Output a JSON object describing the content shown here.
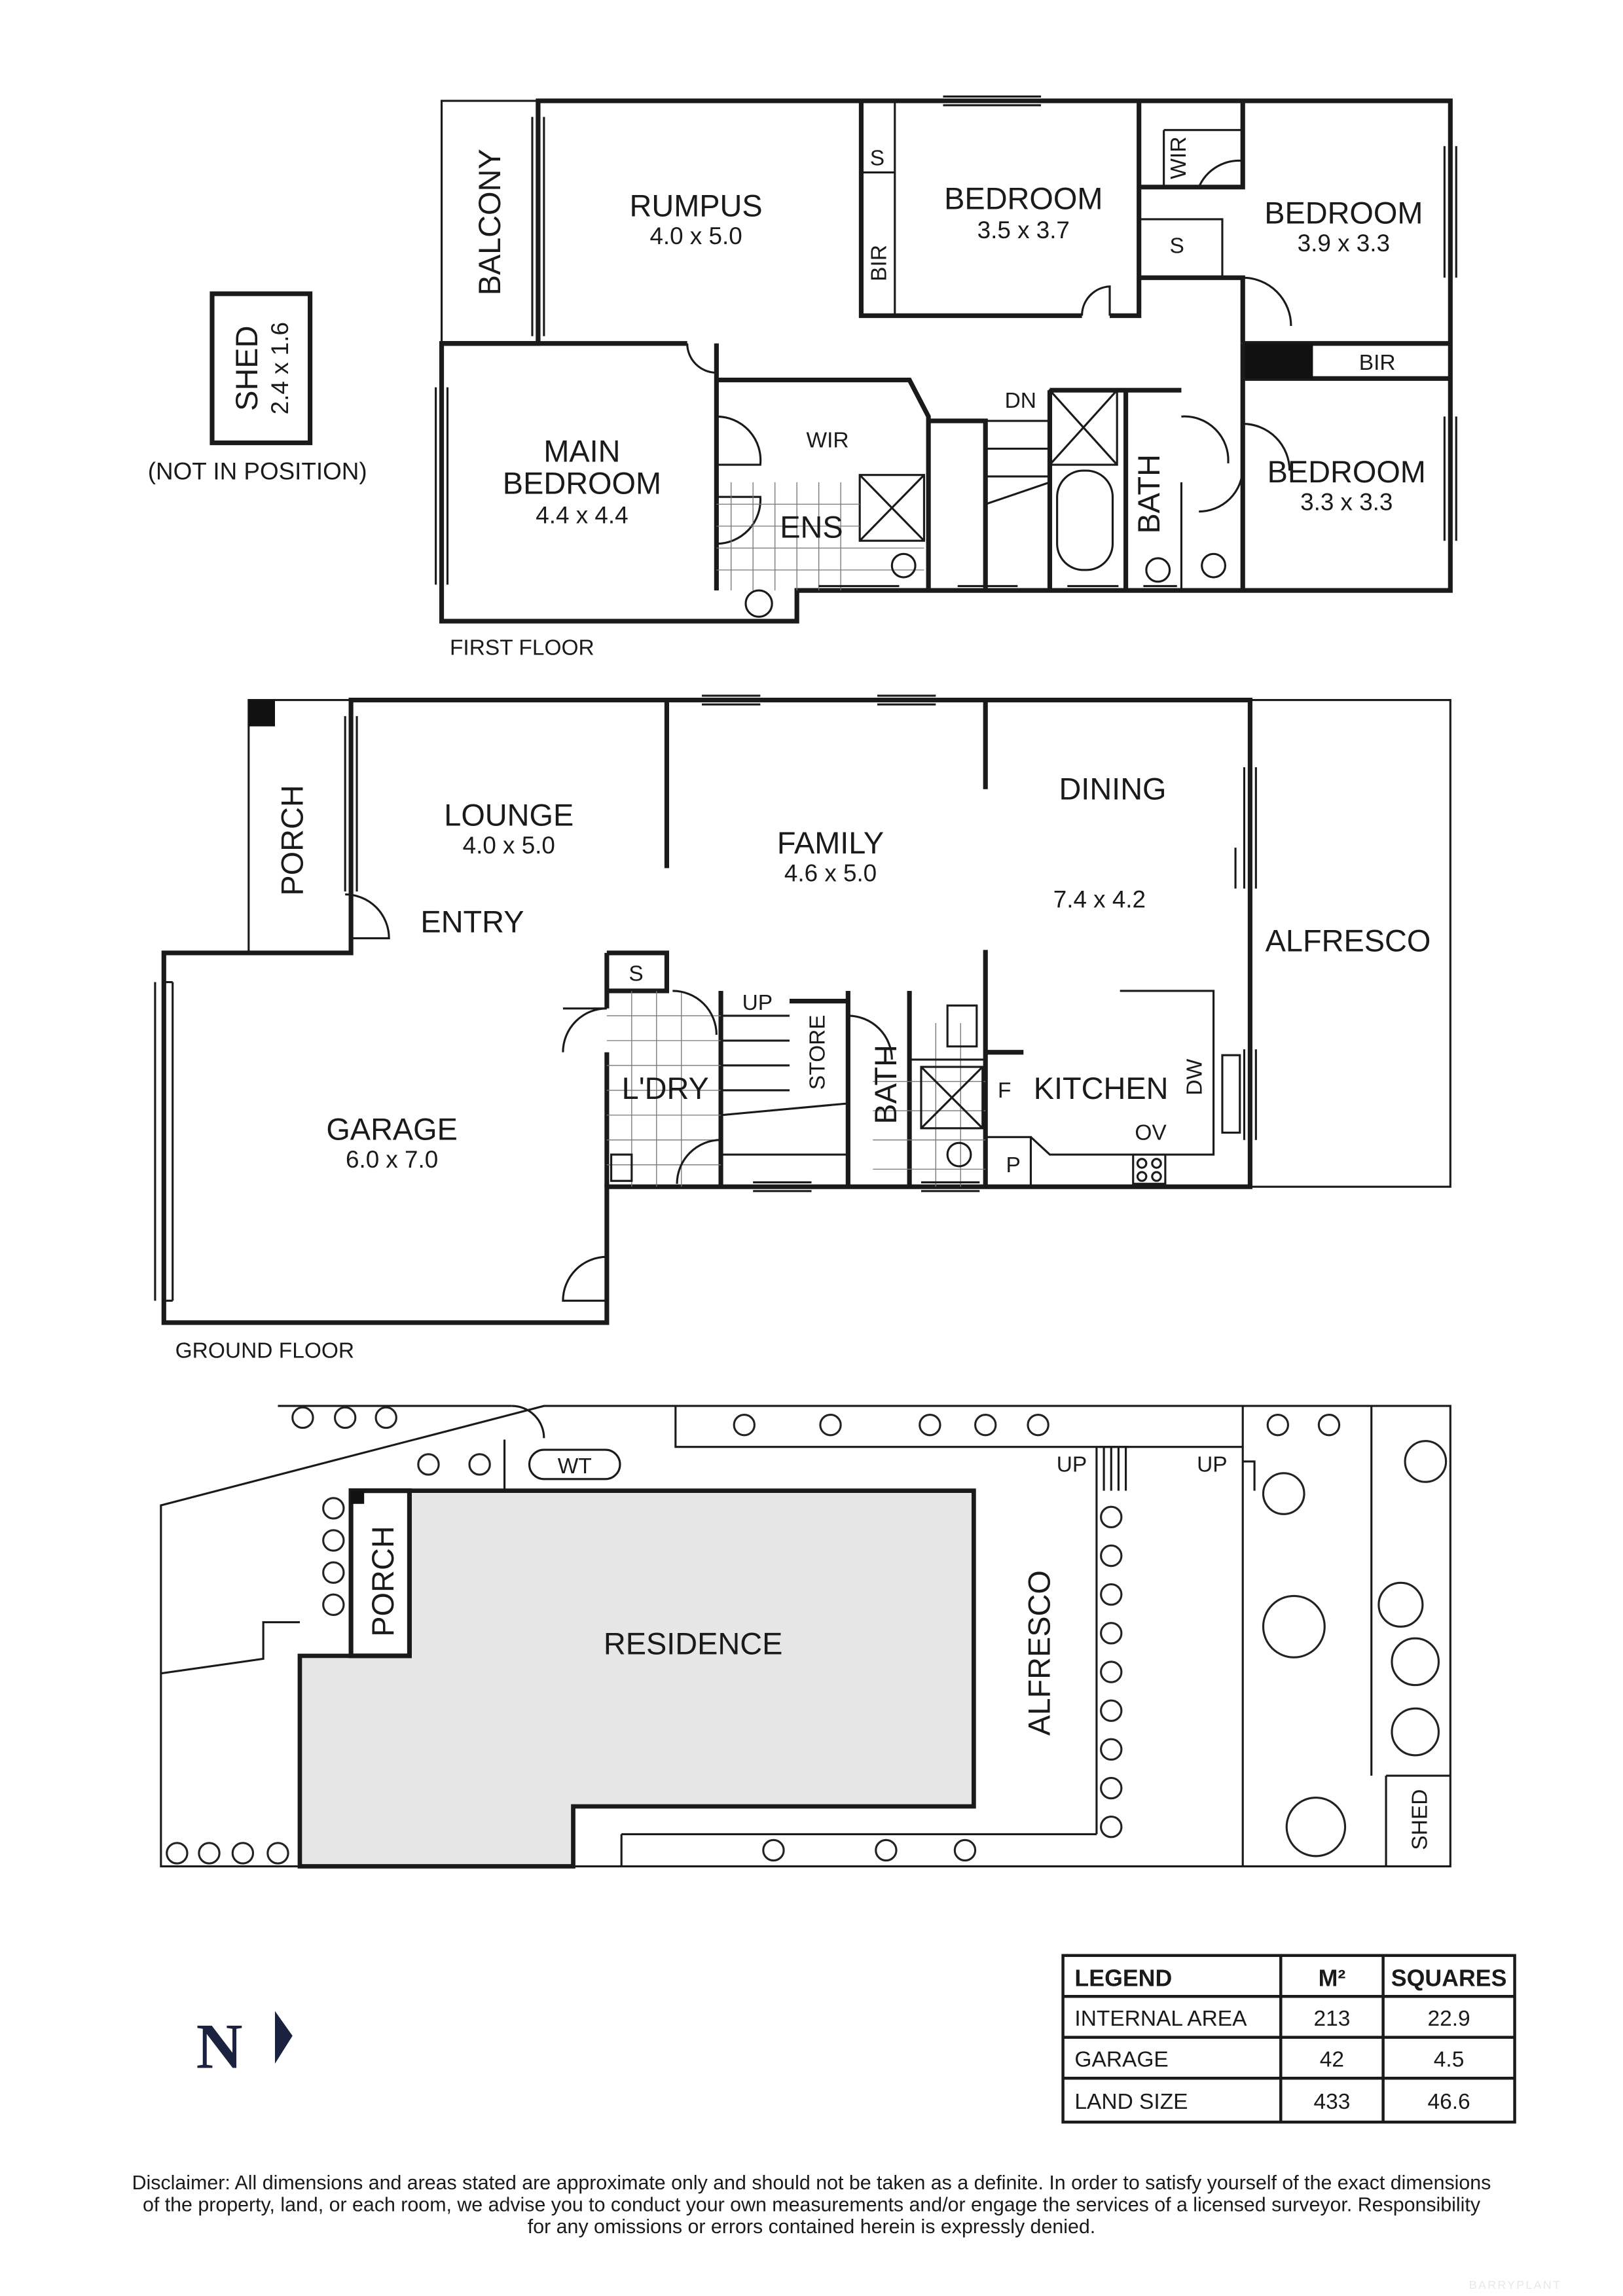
{
  "first_floor": {
    "title": "FIRST FLOOR",
    "balcony": "BALCONY",
    "rumpus": {
      "name": "RUMPUS",
      "size": "4.0 x 5.0"
    },
    "bed2": {
      "name": "BEDROOM",
      "size": "3.5 x 3.7"
    },
    "bed3": {
      "name": "BEDROOM",
      "size": "3.9 x 3.3"
    },
    "bed4": {
      "name": "BEDROOM",
      "size": "3.3 x 3.3"
    },
    "main_bedroom": {
      "name_line1": "MAIN",
      "name_line2": "BEDROOM",
      "size": "4.4 x 4.4"
    },
    "s1": "S",
    "bir1": "BIR",
    "wir1": "WIR",
    "s2": "S",
    "bir2": "BIR",
    "wir_main": "WIR",
    "ens": "ENS",
    "dn": "DN",
    "bath": "BATH",
    "shed": {
      "name": "SHED",
      "size": "2.4 x 1.6",
      "note": "(NOT IN POSITION)"
    }
  },
  "ground_floor": {
    "title": "GROUND FLOOR",
    "porch": "PORCH",
    "lounge": {
      "name": "LOUNGE",
      "size": "4.0 x 5.0"
    },
    "entry": "ENTRY",
    "family": {
      "name": "FAMILY",
      "size": "4.6 x 5.0"
    },
    "dining": {
      "name": "DINING",
      "size": "7.4 x 4.2"
    },
    "alfresco": "ALFRESCO",
    "s": "S",
    "up": "UP",
    "store": "STORE",
    "laundry": "L'DRY",
    "bath": "BATH",
    "f": "F",
    "kitchen": "KITCHEN",
    "dw": "DW",
    "ov": "OV",
    "p": "P",
    "garage": {
      "name": "GARAGE",
      "size": "6.0 x 7.0"
    }
  },
  "site_plan": {
    "wt": "WT",
    "up1": "UP",
    "up2": "UP",
    "porch": "PORCH",
    "residence": "RESIDENCE",
    "alfresco": "ALFRESCO",
    "shed": "SHED",
    "residence_fill": "#e6e6e6"
  },
  "north": {
    "label": "N",
    "icon": "north-arrow-icon"
  },
  "legend": {
    "headers": [
      "LEGEND",
      "M²",
      "SQUARES"
    ],
    "rows": [
      [
        "INTERNAL AREA",
        "213",
        "22.9"
      ],
      [
        "GARAGE",
        "42",
        "4.5"
      ],
      [
        "LAND SIZE",
        "433",
        "46.6"
      ]
    ]
  },
  "disclaimer": {
    "line1": "Disclaimer: All dimensions and areas stated are approximate only and should not be taken as a definite. In order to satisfy yourself of the exact dimensions",
    "line2": "of the property, land, or each room, we advise you to conduct your own measurements and/or engage the services of a licensed surveyor. Responsibility",
    "line3": "for any omissions or errors contained herein is expressly denied."
  },
  "watermark": "BARRYPLANT"
}
